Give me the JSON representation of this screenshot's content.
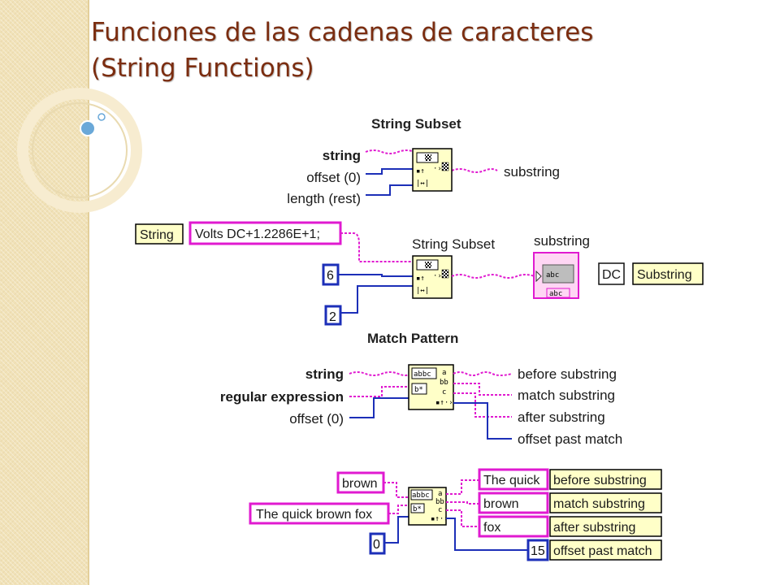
{
  "slide": {
    "title_line1": "Funciones de las cadenas de caracteres",
    "title_line2": "(String Functions)"
  },
  "string_subset": {
    "heading": "String Subset",
    "inputs": [
      "string",
      "offset (0)",
      "length (rest)"
    ],
    "output": "substring",
    "example": {
      "string_indicator": "String",
      "string_value": "Volts DC+1.2286E+1;",
      "node_label": "String Subset",
      "offset_value": "6",
      "length_value": "2",
      "output_label": "substring",
      "output_icon": "abc",
      "result_value": "DC",
      "result_indicator": "Substring"
    }
  },
  "match_pattern": {
    "heading": "Match Pattern",
    "inputs": [
      "string",
      "regular expression",
      "offset (0)"
    ],
    "outputs": [
      "before substring",
      "match substring",
      "after substring",
      "offset past match"
    ],
    "example": {
      "regex_value": "brown",
      "string_value": "The quick brown fox",
      "offset_value": "0",
      "before_value": "The quick",
      "match_value": "brown",
      "after_value": "fox",
      "offset_past_value": "15",
      "before_indicator": "before substring",
      "match_indicator": "match substring",
      "after_indicator": "after substring",
      "offset_past_indicator": "offset past match"
    }
  },
  "colors": {
    "string_wire": "#e01ad0",
    "number_wire": "#1c2fb8",
    "title": "#7b2d10",
    "sidebar": "#f1e2b8",
    "node_fill": "#ffffc8"
  }
}
